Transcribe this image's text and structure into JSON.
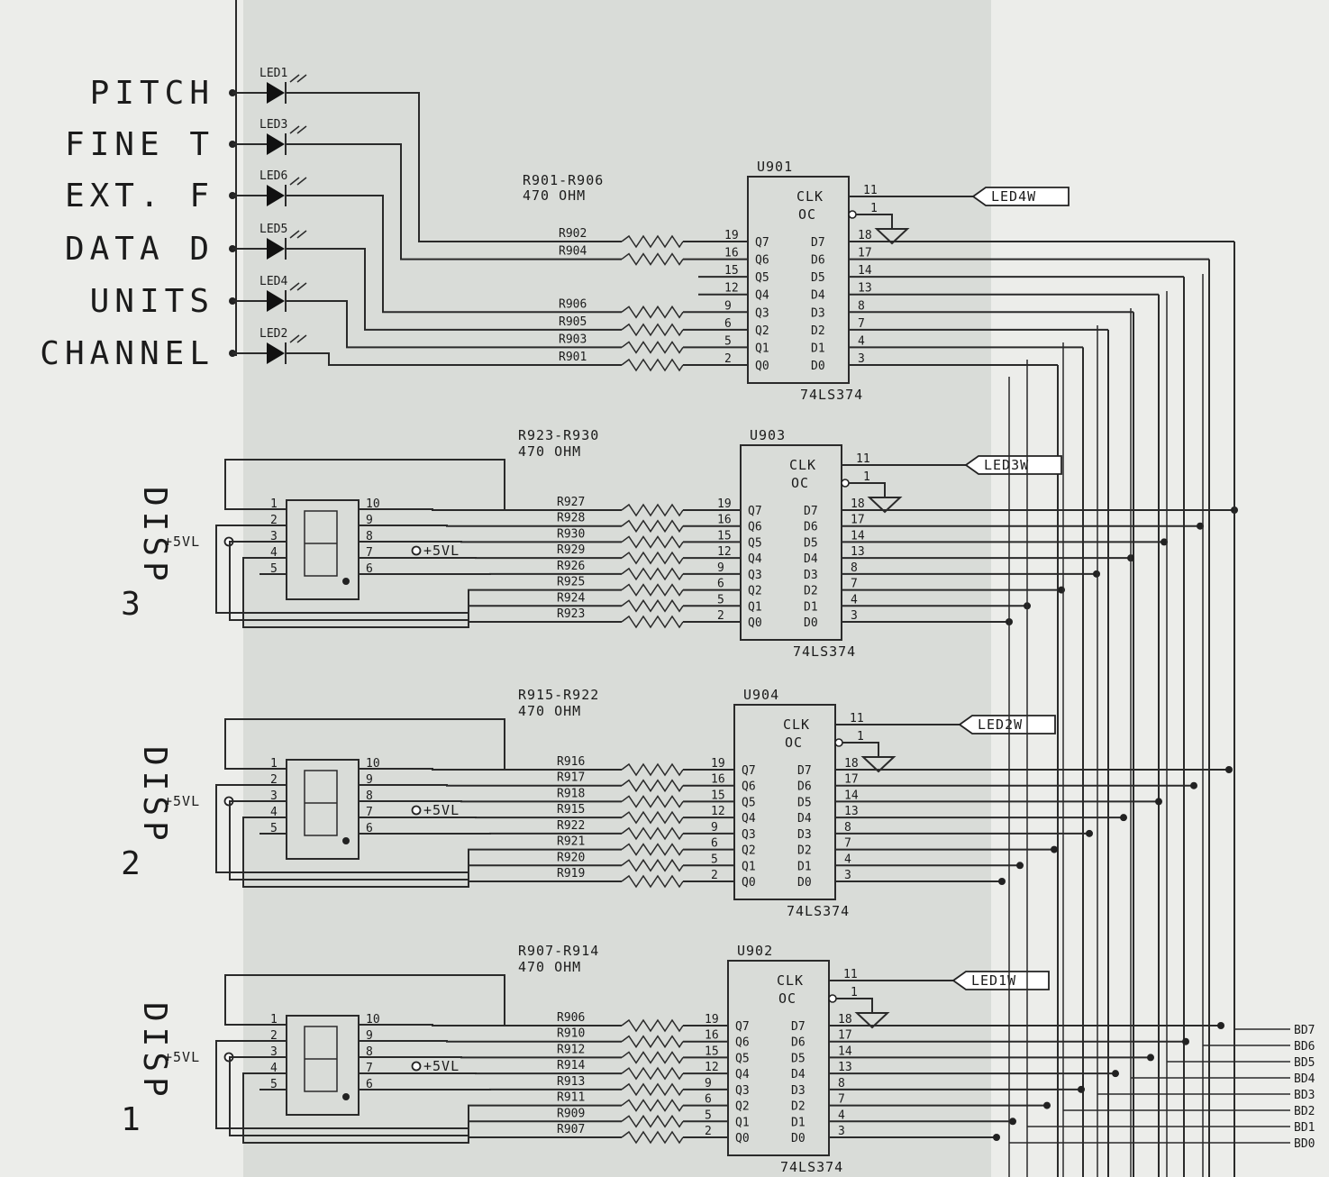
{
  "leds": [
    {
      "signal": "PITCH",
      "ref": "LED1"
    },
    {
      "signal": "FINE T",
      "ref": "LED3"
    },
    {
      "signal": "EXT. F",
      "ref": "LED6"
    },
    {
      "signal": "DATA D",
      "ref": "LED5"
    },
    {
      "signal": "UNITS",
      "ref": "LED4"
    },
    {
      "signal": "CHANNEL",
      "ref": "LED2"
    }
  ],
  "led_chip": {
    "ref": "U901",
    "part": "74LS374",
    "res_range": "R901-R906",
    "res_value": "470 OHM",
    "clock_net": "LED4W",
    "resistors": [
      "R902",
      "R904",
      "",
      "",
      "R906",
      "R905",
      "R903",
      "R901"
    ]
  },
  "displays": [
    {
      "title": "DISP",
      "num": "3",
      "ref": "U903",
      "part": "74LS374",
      "res_range": "R923-R930",
      "res_value": "470 OHM",
      "clock_net": "LED3W",
      "resistors": [
        "R927",
        "R928",
        "R930",
        "R929",
        "R926",
        "R925",
        "R924",
        "R923"
      ]
    },
    {
      "title": "DISP",
      "num": "2",
      "ref": "U904",
      "part": "74LS374",
      "res_range": "R915-R922",
      "res_value": "470 OHM",
      "clock_net": "LED2W",
      "resistors": [
        "R916",
        "R917",
        "R918",
        "R915",
        "R922",
        "R921",
        "R920",
        "R919"
      ]
    },
    {
      "title": "DISP",
      "num": "1",
      "ref": "U902",
      "part": "74LS374",
      "res_range": "R907-R914",
      "res_value": "470 OHM",
      "clock_net": "LED1W",
      "resistors": [
        "R906",
        "R910",
        "R912",
        "R914",
        "R913",
        "R911",
        "R909",
        "R907"
      ]
    }
  ],
  "supply": "+5VL",
  "chip_pins": {
    "clk": "CLK",
    "oc": "OC",
    "clk_num": "11",
    "oc_num": "1",
    "left_names": [
      "Q7",
      "Q6",
      "Q5",
      "Q4",
      "Q3",
      "Q2",
      "Q1",
      "Q0"
    ],
    "right_names": [
      "D7",
      "D6",
      "D5",
      "D4",
      "D3",
      "D2",
      "D1",
      "D0"
    ],
    "left_nums": [
      "19",
      "16",
      "15",
      "12",
      "9",
      "6",
      "5",
      "2"
    ],
    "right_nums": [
      "18",
      "17",
      "14",
      "13",
      "8",
      "7",
      "4",
      "3"
    ]
  },
  "seg_pins": {
    "left": [
      "1",
      "2",
      "3",
      "4",
      "5"
    ],
    "right": [
      "10",
      "9",
      "8",
      "7",
      "6"
    ]
  },
  "bus_labels": [
    "BD7",
    "BD6",
    "BD5",
    "BD4",
    "BD3",
    "BD2",
    "BD1",
    "BD0"
  ]
}
